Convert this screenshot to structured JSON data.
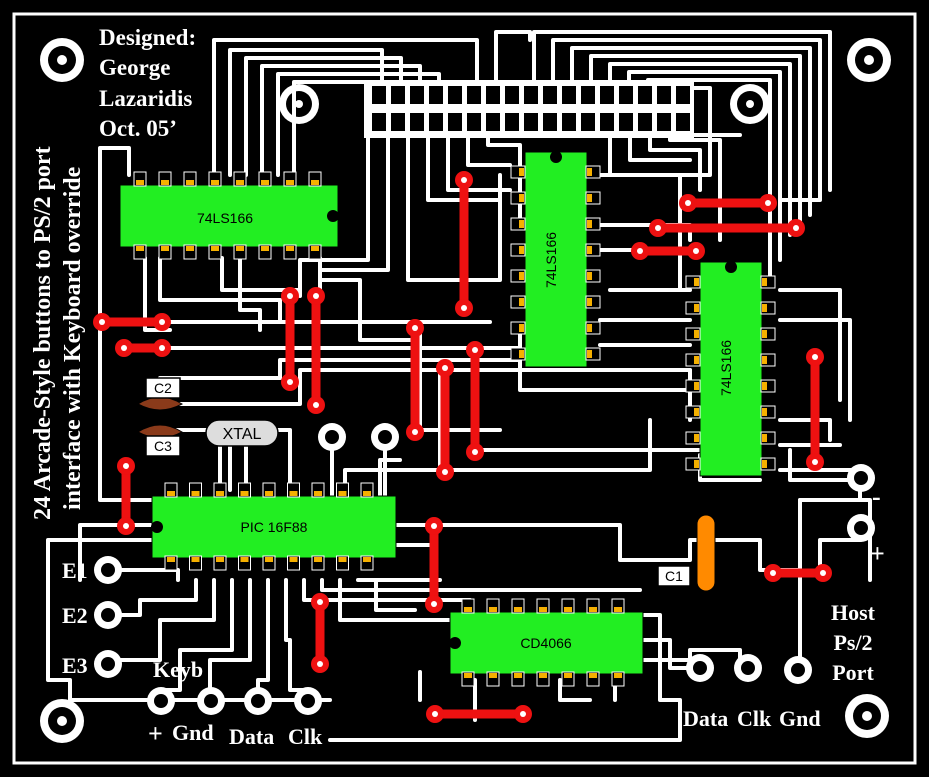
{
  "designer": {
    "line1": "Designed:",
    "line2": "George",
    "line3": "Lazaridis",
    "line4": "Oct. 05’"
  },
  "title": {
    "line1": "24 Arcade-Style buttons to PS/2 port",
    "line2": "interface with Keyboard override"
  },
  "chips": {
    "u1": "74LS166",
    "u2": "74LS166",
    "u3": "74LS166",
    "mcu": "PIC 16F88",
    "switch": "CD4066"
  },
  "components": {
    "c1": "C1",
    "c2": "C2",
    "c3": "C3",
    "xtal": "XTAL"
  },
  "inputs": {
    "e1": "E1",
    "e2": "E2",
    "e3": "E3"
  },
  "keyboard": {
    "title": "Keyb",
    "plus": "+",
    "gnd": "Gnd",
    "data": "Data",
    "clk": "Clk"
  },
  "host": {
    "line1": "Host",
    "line2": "Ps/2",
    "line3": "Port",
    "data": "Data",
    "clk": "Clk",
    "gnd": "Gnd"
  },
  "power": {
    "minus": "-",
    "plus": "+"
  },
  "colors": {
    "board": "#000000",
    "trace": "#ffffff",
    "chip": "#22ee22",
    "jumper": "#ee1111",
    "pad": "#f5b000",
    "c1": "#ff8a00",
    "ceramic_cap": "#8a3a1a"
  }
}
